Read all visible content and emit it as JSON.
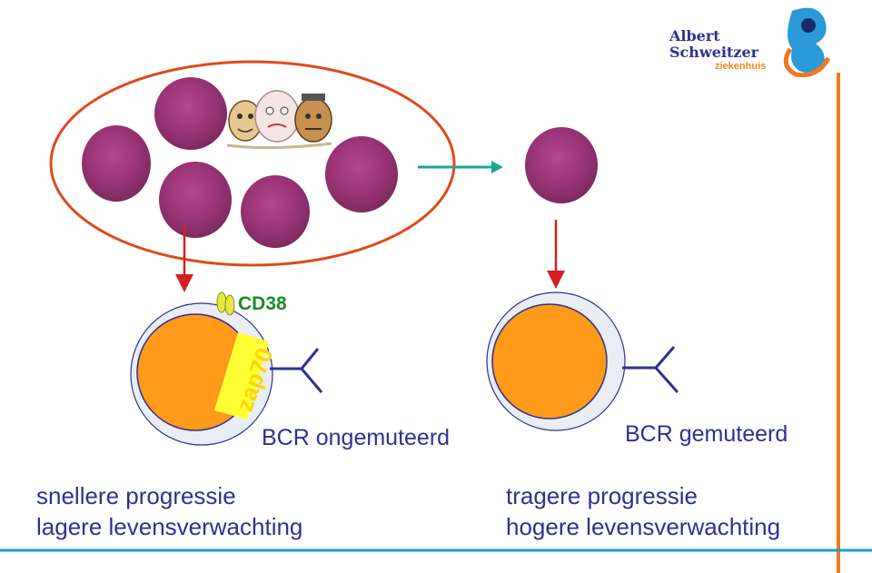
{
  "labels": {
    "cd38": "CD38",
    "zap70": "zap70",
    "bcr_left": "BCR ongemuteerd",
    "bcr_right": "BCR gemuteerd",
    "left_outcome": [
      "snellere progressie",
      "lagere levensverwachting"
    ],
    "right_outcome": [
      "tragere progressie",
      "hogere levensverwachting"
    ]
  },
  "logo": {
    "line1": "Albert",
    "line2": "Schweitzer",
    "line3": "ziekenhuis"
  },
  "colors": {
    "ellipse": "#e04a1a",
    "arrow_red": "#d42020",
    "arrow_green": "#1aa88a",
    "cell_purple": "#a0387a",
    "nucleus_orange": "#ff9a1a",
    "cell_membrane": "#e8eef4",
    "receptor_blue": "#2e3192",
    "zap70_box": "#ffff33",
    "cd38_marker": "#e6e640",
    "text_blue": "#2e3192",
    "text_green": "#1a8a2a",
    "rule_orange": "#f07820",
    "rule_cyan": "#1aa0c8"
  }
}
